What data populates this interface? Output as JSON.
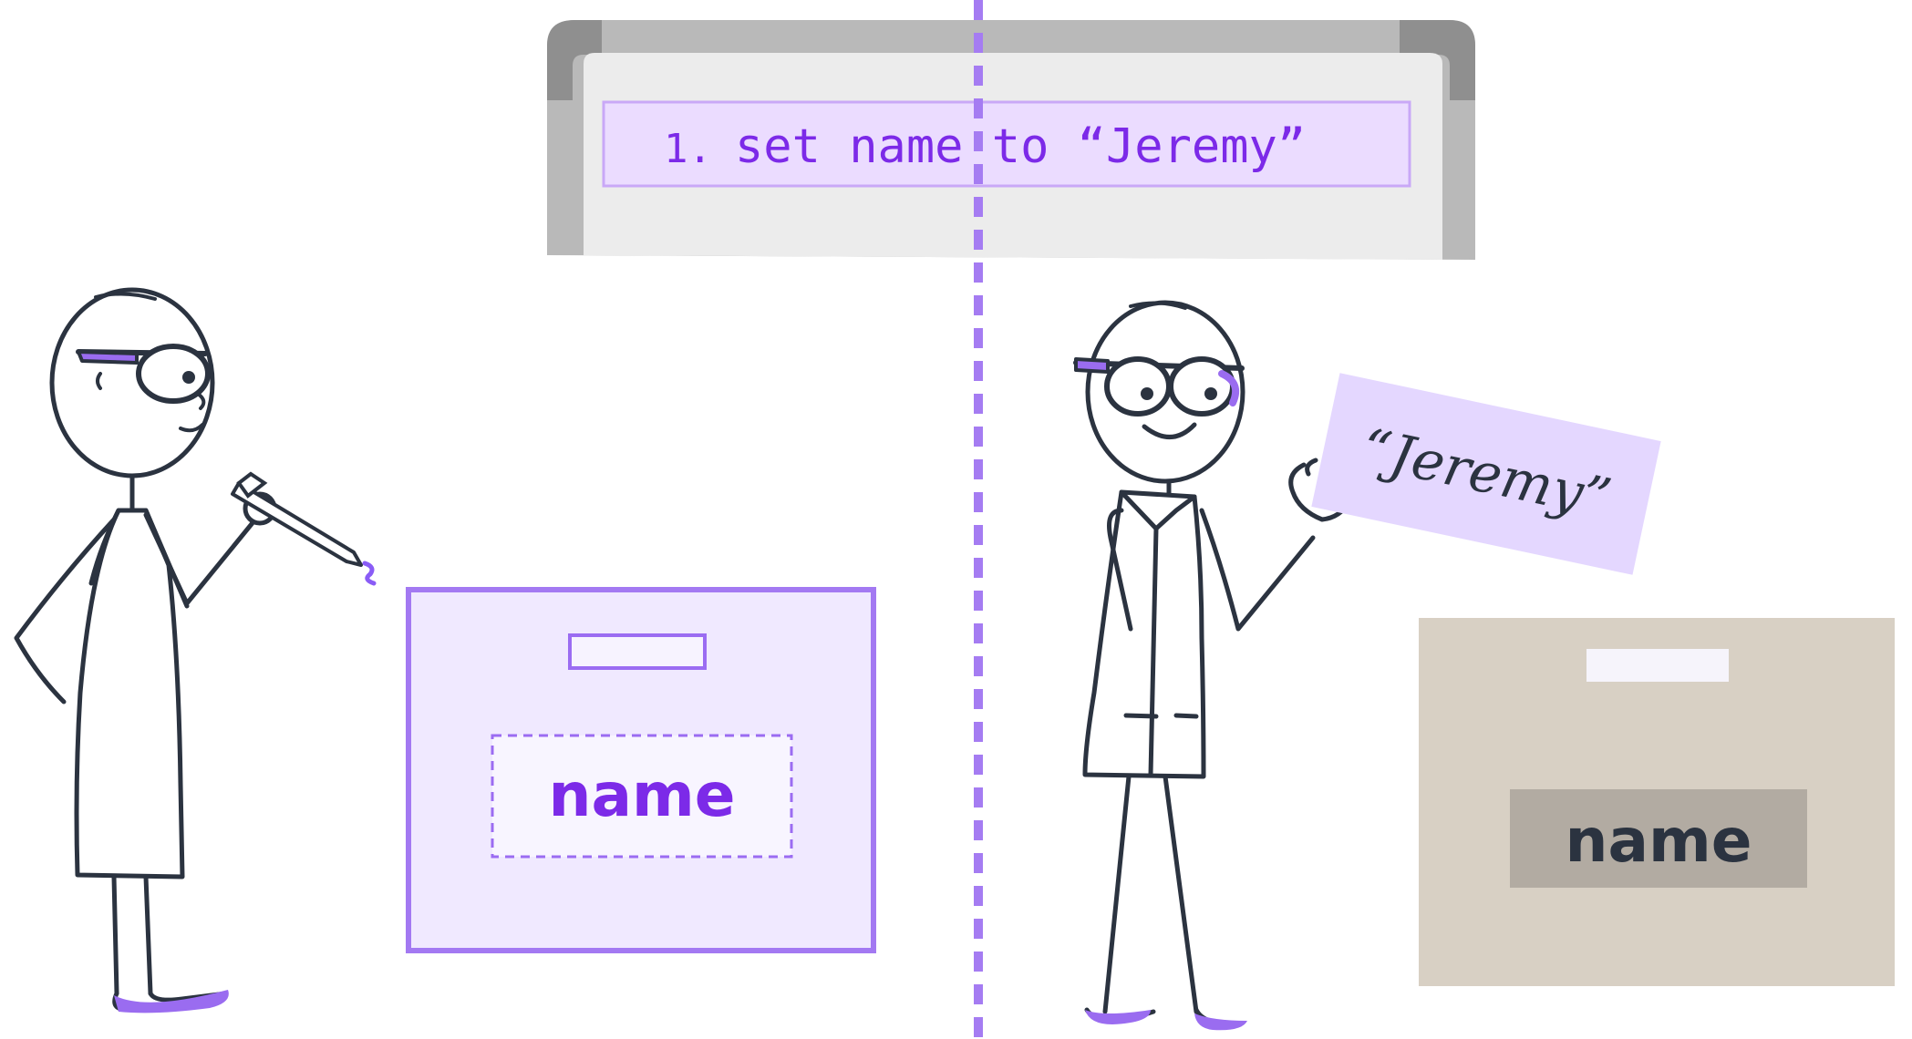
{
  "whiteboard": {
    "step_number": "1.",
    "instruction": "set name to “Jeremy”"
  },
  "left_scene": {
    "box_label": "name",
    "state": "empty labeled box"
  },
  "right_scene": {
    "note_text": "“Jeremy”",
    "box_label": "name",
    "state": "value being placed in box"
  },
  "colors": {
    "accent_purple": "#8a5cf6",
    "light_purple": "#efe6ff",
    "ink": "#2b3340",
    "box_tan": "#d8d0c4",
    "label_gray": "#b2aba2",
    "board_frame": "#b9b9b9",
    "board_face": "#eeeeee"
  },
  "icons": {
    "left_character": "scientist-with-pen-icon",
    "right_character": "smiling-scientist-icon",
    "pen": "pen-icon",
    "divider": "dashed-divider"
  }
}
